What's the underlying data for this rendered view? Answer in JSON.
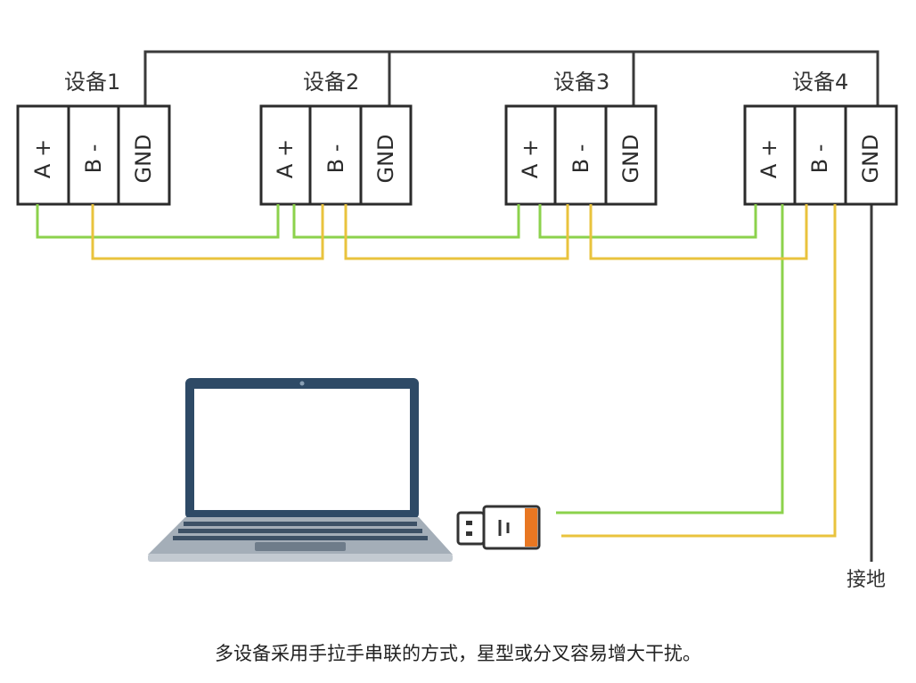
{
  "devices": [
    {
      "label": "设备1",
      "terminals": [
        "A +",
        "B -",
        "GND"
      ]
    },
    {
      "label": "设备2",
      "terminals": [
        "A +",
        "B -",
        "GND"
      ]
    },
    {
      "label": "设备3",
      "terminals": [
        "A +",
        "B -",
        "GND"
      ]
    },
    {
      "label": "设备4",
      "terminals": [
        "A +",
        "B -",
        "GND"
      ]
    }
  ],
  "ground_label": "接地",
  "caption": "多设备采用手拉手串联的方式，星型或分叉容易增大干扰。",
  "colors": {
    "wire_a": "#8CD24C",
    "wire_b": "#E9C33D",
    "wire_gnd": "#3a3a3a",
    "frame": "#2b2b2b",
    "laptop_screen_bezel": "#2E4A66",
    "laptop_base": "#9AA4AE",
    "usb_accent": "#E87722"
  },
  "icons": {
    "laptop": "laptop-icon",
    "usb": "usb-adapter-icon"
  }
}
